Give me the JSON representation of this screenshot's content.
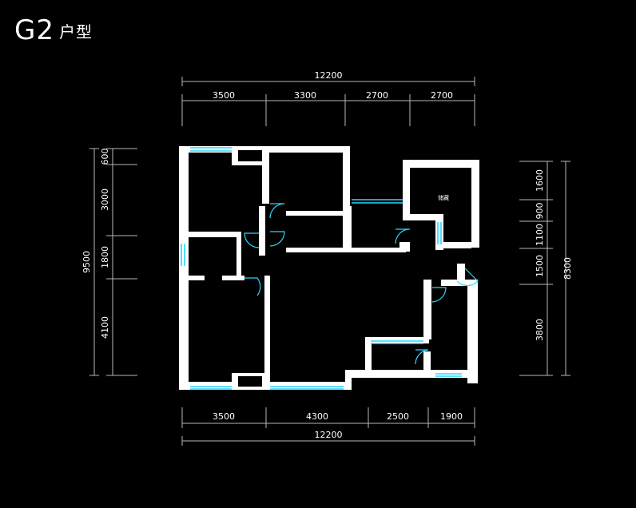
{
  "plan": {
    "title_code": "G2",
    "title_suffix": "户型",
    "room_label": "储藏",
    "colors": {
      "background": "#000000",
      "wall": "#ffffff",
      "dimension": "#b7b7b7",
      "window": "#2ad7ff",
      "door": "#2ad7ff",
      "label": "#ffffff"
    },
    "dims": {
      "top_total": "12200",
      "top_segments": [
        "3500",
        "3300",
        "2700",
        "2700"
      ],
      "bottom_total": "12200",
      "bottom_segments": [
        "3500",
        "4300",
        "2500",
        "1900"
      ],
      "left_total": "9500",
      "left_segments": [
        "600",
        "3000",
        "1800",
        "4100"
      ],
      "right_total": "8300",
      "right_segments": [
        "1600",
        "900",
        "1100",
        "1500",
        "3800"
      ]
    }
  }
}
